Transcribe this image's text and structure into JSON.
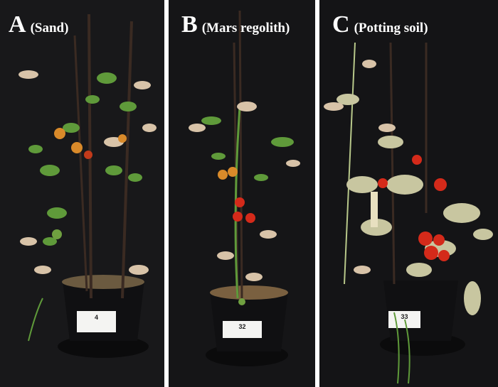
{
  "panels": [
    {
      "letter": "A",
      "caption": "(Sand)",
      "pot_label": "4"
    },
    {
      "letter": "B",
      "caption": "(Mars regolith)",
      "pot_label": "32"
    },
    {
      "letter": "C",
      "caption": "(Potting soil)",
      "pot_label": "33"
    }
  ],
  "colors": {
    "background": "#151517",
    "leaf_green": "#5f9a3a",
    "leaf_dry": "#d8c3a8",
    "tomato_red": "#d42a1a",
    "tomato_orange": "#d98a2a",
    "pot": "#111113"
  }
}
